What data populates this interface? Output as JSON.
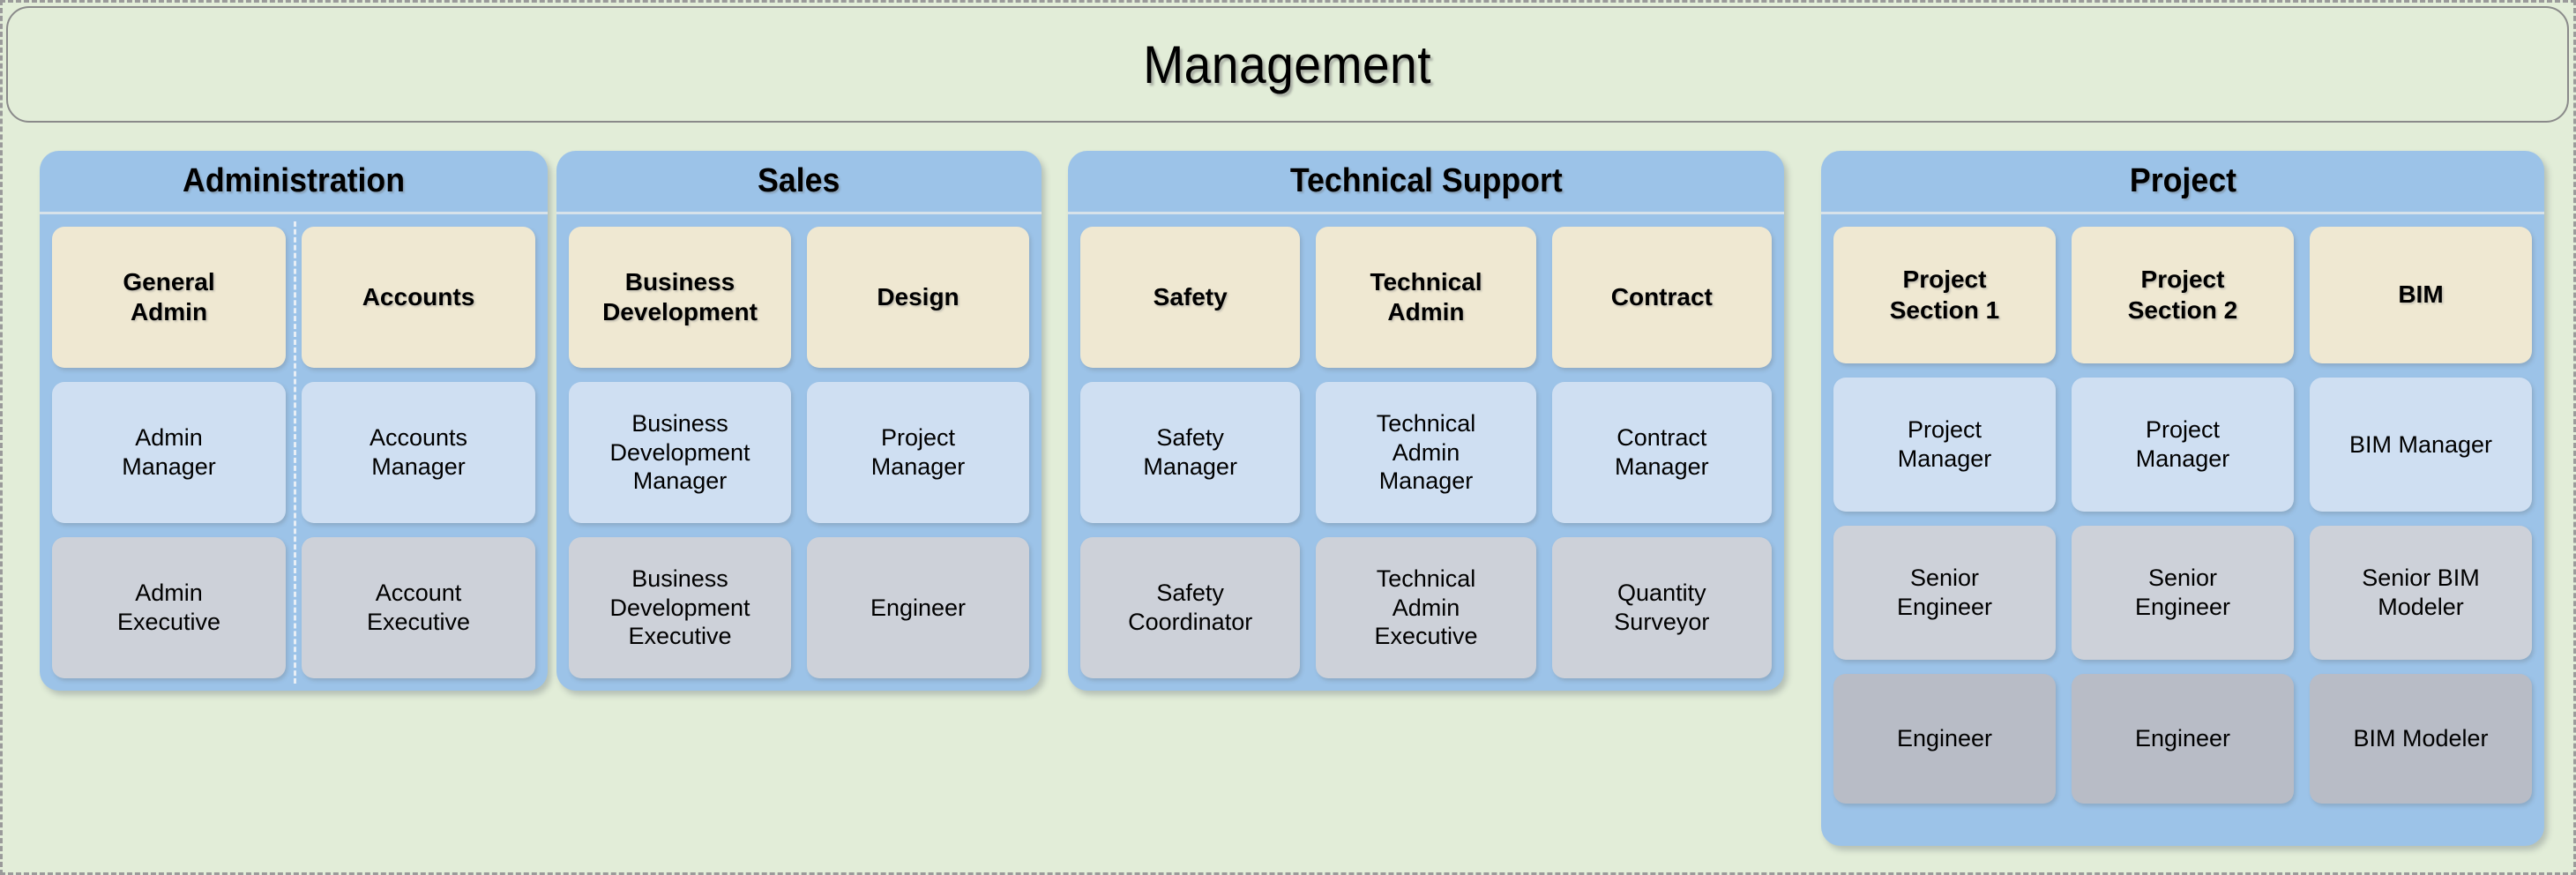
{
  "banner": {
    "title": "Management"
  },
  "colors": {
    "canvas_background": "#E2EDD8",
    "panel_blue": "#9CC3E8",
    "tier_department": "#EFE8D2",
    "tier_manager": "#CFDFF2",
    "tier_executive": "#CDD1D9",
    "tier_junior": "#B8BCC6",
    "border_dashed": "#9A9A9A"
  },
  "departments": [
    {
      "name": "Administration",
      "has_sub_divider": true,
      "columns": [
        {
          "cells": [
            {
              "label": "General\nAdmin",
              "tier": "department"
            },
            {
              "label": "Admin\nManager",
              "tier": "manager"
            },
            {
              "label": "Admin\nExecutive",
              "tier": "executive"
            }
          ]
        },
        {
          "cells": [
            {
              "label": "Accounts",
              "tier": "department"
            },
            {
              "label": "Accounts\nManager",
              "tier": "manager"
            },
            {
              "label": "Account\nExecutive",
              "tier": "executive"
            }
          ]
        }
      ]
    },
    {
      "name": "Sales",
      "has_sub_divider": false,
      "columns": [
        {
          "cells": [
            {
              "label": "Business\nDevelopment",
              "tier": "department"
            },
            {
              "label": "Business\nDevelopment\nManager",
              "tier": "manager"
            },
            {
              "label": "Business\nDevelopment\nExecutive",
              "tier": "executive"
            }
          ]
        },
        {
          "cells": [
            {
              "label": "Design",
              "tier": "department"
            },
            {
              "label": "Project\nManager",
              "tier": "manager"
            },
            {
              "label": "Engineer",
              "tier": "executive"
            }
          ]
        }
      ]
    },
    {
      "name": "Technical Support",
      "has_sub_divider": false,
      "columns": [
        {
          "cells": [
            {
              "label": "Safety",
              "tier": "department"
            },
            {
              "label": "Safety\nManager",
              "tier": "manager"
            },
            {
              "label": "Safety\nCoordinator",
              "tier": "executive"
            }
          ]
        },
        {
          "cells": [
            {
              "label": "Technical\nAdmin",
              "tier": "department"
            },
            {
              "label": "Technical\nAdmin\nManager",
              "tier": "manager"
            },
            {
              "label": "Technical\nAdmin\nExecutive",
              "tier": "executive"
            }
          ]
        },
        {
          "cells": [
            {
              "label": "Contract",
              "tier": "department"
            },
            {
              "label": "Contract\nManager",
              "tier": "manager"
            },
            {
              "label": "Quantity\nSurveyor",
              "tier": "executive"
            }
          ]
        }
      ]
    },
    {
      "name": "Project",
      "has_sub_divider": false,
      "columns": [
        {
          "cells": [
            {
              "label": "Project\nSection 1",
              "tier": "department"
            },
            {
              "label": "Project\nManager",
              "tier": "manager"
            },
            {
              "label": "Senior\nEngineer",
              "tier": "executive"
            },
            {
              "label": "Engineer",
              "tier": "junior"
            }
          ]
        },
        {
          "cells": [
            {
              "label": "Project\nSection 2",
              "tier": "department"
            },
            {
              "label": "Project\nManager",
              "tier": "manager"
            },
            {
              "label": "Senior\nEngineer",
              "tier": "executive"
            },
            {
              "label": "Engineer",
              "tier": "junior"
            }
          ]
        },
        {
          "cells": [
            {
              "label": "BIM",
              "tier": "department"
            },
            {
              "label": "BIM Manager",
              "tier": "manager"
            },
            {
              "label": "Senior BIM\nModeler",
              "tier": "executive"
            },
            {
              "label": "BIM Modeler",
              "tier": "junior"
            }
          ]
        }
      ]
    }
  ]
}
